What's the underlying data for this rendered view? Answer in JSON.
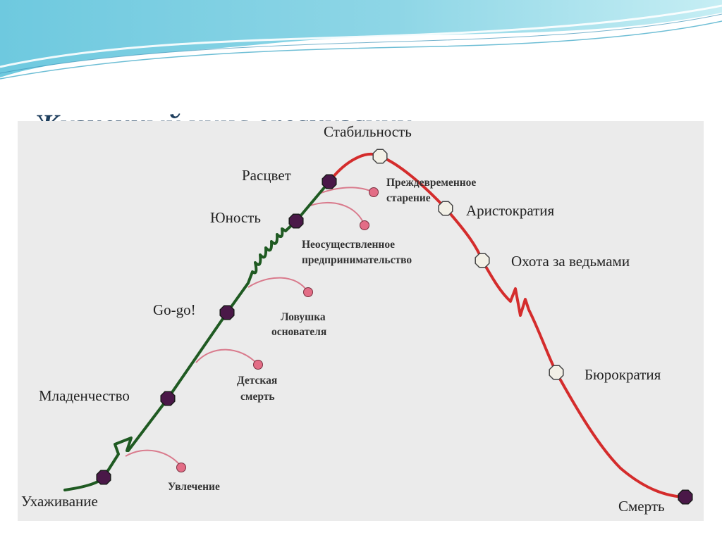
{
  "title": "Жизненный цикл организации",
  "stages": {
    "courtship": "Ухаживание",
    "infancy": "Младенчество",
    "gogo": "Go-go!",
    "adolescence": "Юность",
    "prime": "Расцвет",
    "stability": "Стабильность",
    "aristocracy": "Аристократия",
    "witch_hunt": "Охота за ведьмами",
    "bureaucracy": "Бюрократия",
    "death": "Смерть"
  },
  "traps": {
    "affair": "Увлечение",
    "infant_mortality": [
      "Детская",
      "смерть"
    ],
    "founder_trap": [
      "Ловушка",
      "основателя"
    ],
    "unfulfilled_entrepreneurship": [
      "Неосуществленное",
      "предпринимательство"
    ],
    "premature_aging": [
      "Преждевременное",
      "старение"
    ]
  },
  "colors": {
    "growth_curve": "#1f5a22",
    "decline_curve": "#d42c2c",
    "growth_node": "#4a1848",
    "decline_node": "#f2f0e6",
    "trap_line": "#d97a8c",
    "trap_end": "#e36d86",
    "panel": "#ebebeb",
    "title": "#1d3d5c"
  },
  "icons": {
    "growth_node": "octagon-dark-node-icon",
    "decline_node": "octagon-light-node-icon",
    "trap_end": "circle-pink-dot-icon"
  }
}
